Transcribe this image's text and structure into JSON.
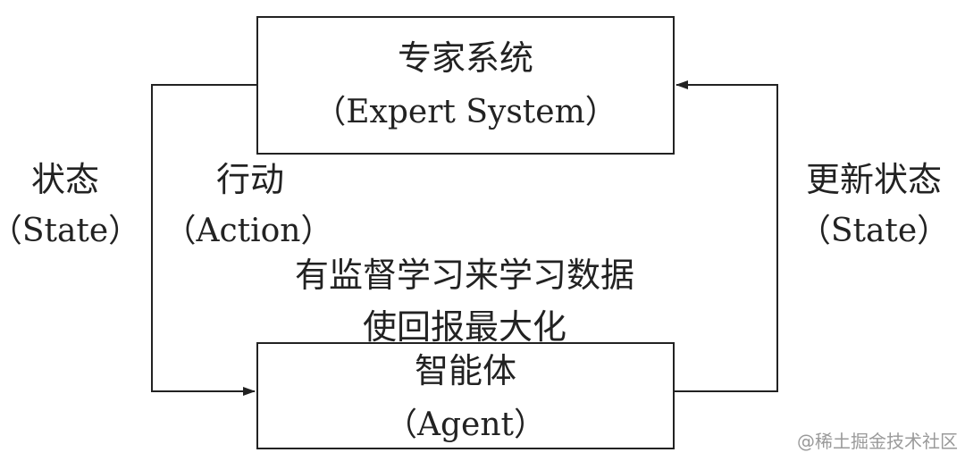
{
  "expert_system": {
    "title_zh": "专家系统",
    "title_en": "（Expert System）"
  },
  "agent": {
    "title_zh": "智能体",
    "title_en": "（Agent）"
  },
  "left_label": {
    "zh": "状态",
    "en": "（State）"
  },
  "action_label": {
    "zh": "行动",
    "en": "（Action）"
  },
  "right_label": {
    "zh": "更新状态",
    "en": "（State）"
  },
  "center_text": {
    "line1": "有监督学习来学习数据",
    "line2": "使回报最大化"
  },
  "watermark": "@稀土掘金技术社区",
  "colors": {
    "line": "#222222",
    "text": "#222222",
    "watermark": "#9a9a9a"
  }
}
